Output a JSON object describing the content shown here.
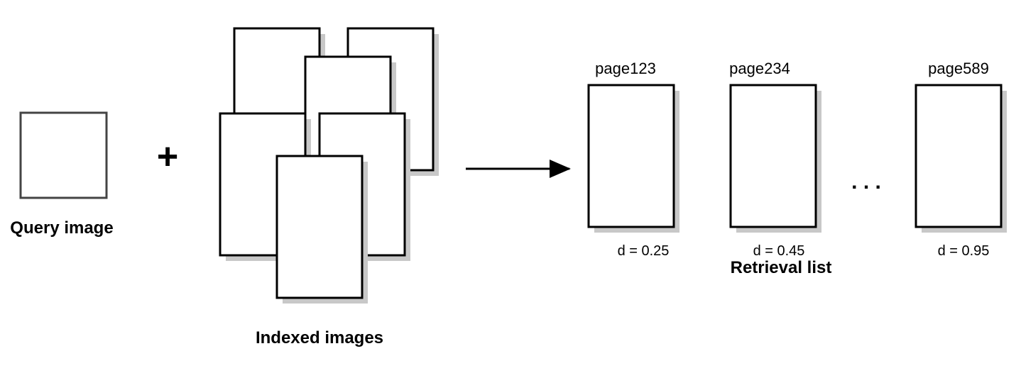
{
  "diagram": {
    "query_label": "Query image",
    "plus_symbol": "+",
    "indexed_label": "Indexed images",
    "ellipsis": ". . .",
    "retrieval_label": "Retrieval list",
    "results": [
      {
        "page": "page123",
        "distance": "d = 0.25"
      },
      {
        "page": "page234",
        "distance": "d = 0.45"
      },
      {
        "page": "page589",
        "distance": "d = 0.95"
      }
    ],
    "colors": {
      "stroke": "#000000",
      "query_stroke": "#444444",
      "shadow": "#c8c8c8",
      "fill": "#ffffff"
    }
  }
}
